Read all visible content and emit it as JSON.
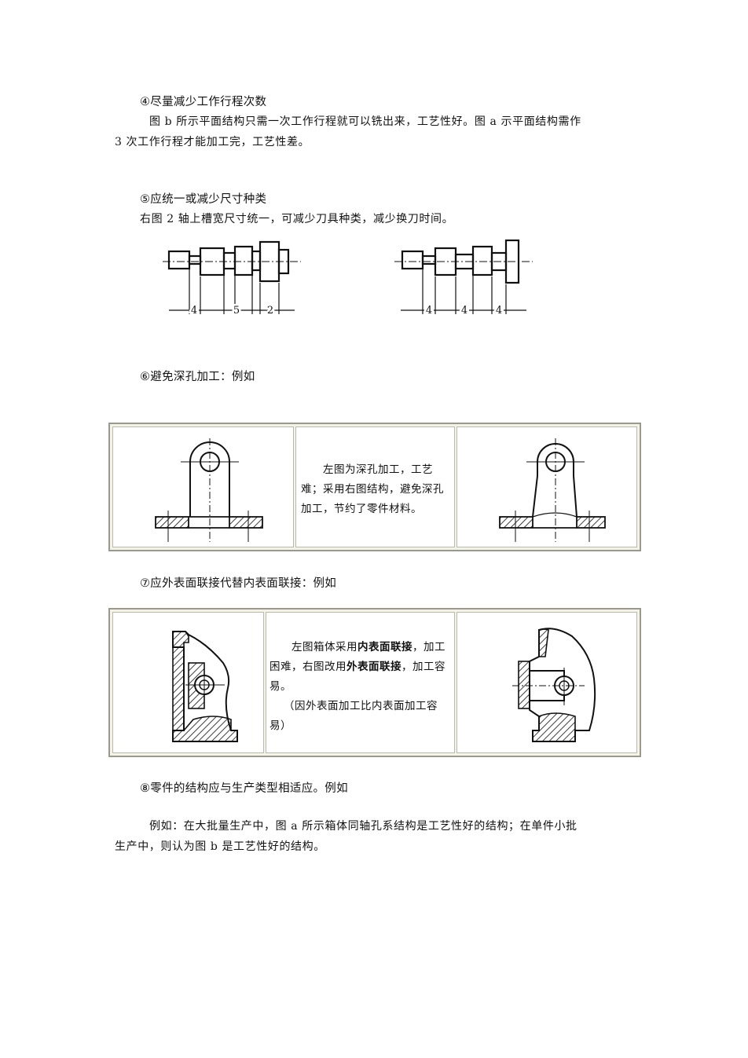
{
  "s4": {
    "title": "④尽量减少工作行程次数",
    "p1": "图 b 所示平面结构只需一次工作行程就可以铣出来，工艺性好。图 a 示平面结构需作",
    "p2": "3 次工作行程才能加工完，工艺性差。"
  },
  "s5": {
    "title": "⑤应统一或减少尺寸种类",
    "text": "右图 2 轴上槽宽尺寸统一，可减少刀具种类，减少换刀时间。",
    "left_dims": [
      "4",
      "5",
      "2"
    ],
    "right_dims": [
      "4",
      "4",
      "4"
    ]
  },
  "s6": {
    "title": "⑥避免深孔加工：例如",
    "desc": "左图为深孔加工，工艺难；采用右图结构，避免深孔加工，节约了零件材料。"
  },
  "s7": {
    "title": "⑦应外表面联接代替内表面联接：例如",
    "t1": "左图箱体采用",
    "b1": "内表面联接",
    "t2": "，加工困难，右图改用",
    "b2": "外表面联接",
    "t3": "，加工容易。",
    "note": "（因外表面加工比内表面加工容易）"
  },
  "s8": {
    "title": "⑧零件的结构应与生产类型相适应。例如",
    "p1": "例如：在大批量生产中，图 a 所示箱体同轴孔系结构是工艺性好的结构；在单件小批",
    "p2": "生产中，则认为图 b 是工艺性好的结构。"
  }
}
